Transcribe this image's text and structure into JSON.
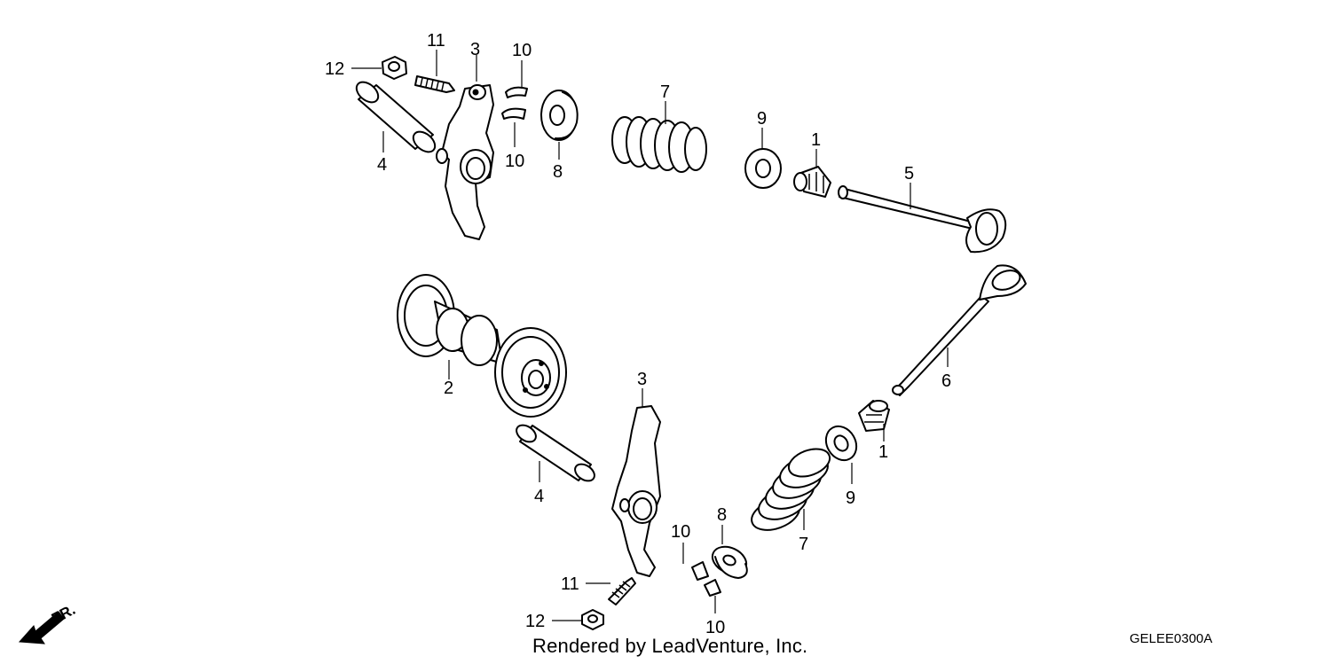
{
  "callouts": {
    "upper": {
      "c1": "1",
      "c3": "3",
      "c4": "4",
      "c5": "5",
      "c7": "7",
      "c8": "8",
      "c9": "9",
      "c10a": "10",
      "c10b": "10",
      "c11": "11",
      "c12": "12"
    },
    "lower": {
      "c1": "1",
      "c2": "2",
      "c3": "3",
      "c4": "4",
      "c6": "6",
      "c7": "7",
      "c8": "8",
      "c9": "9",
      "c10a": "10",
      "c10b": "10",
      "c11": "11",
      "c12": "12"
    }
  },
  "direction_label": "FR.",
  "credit": "Rendered by LeadVenture, Inc.",
  "diagram_code": "GELEE0300A"
}
